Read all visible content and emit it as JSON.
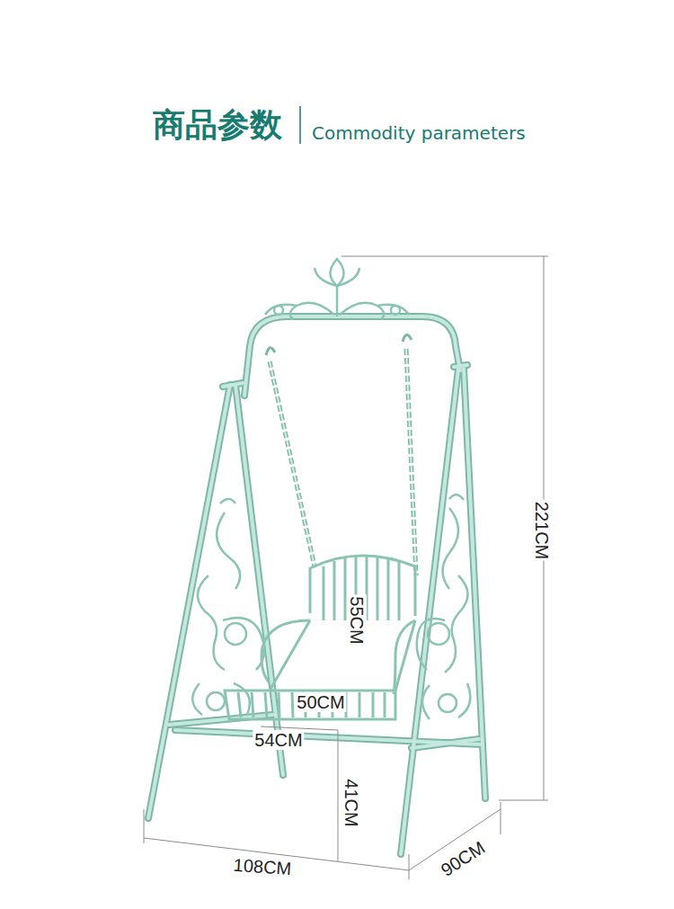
{
  "diagram": {
    "title": "商品参数",
    "labels": [
      "Commodity parameters",
      "221CM",
      "55CM",
      "50CM",
      "54CM",
      "41CM",
      "108CM",
      "90CM"
    ]
  }
}
